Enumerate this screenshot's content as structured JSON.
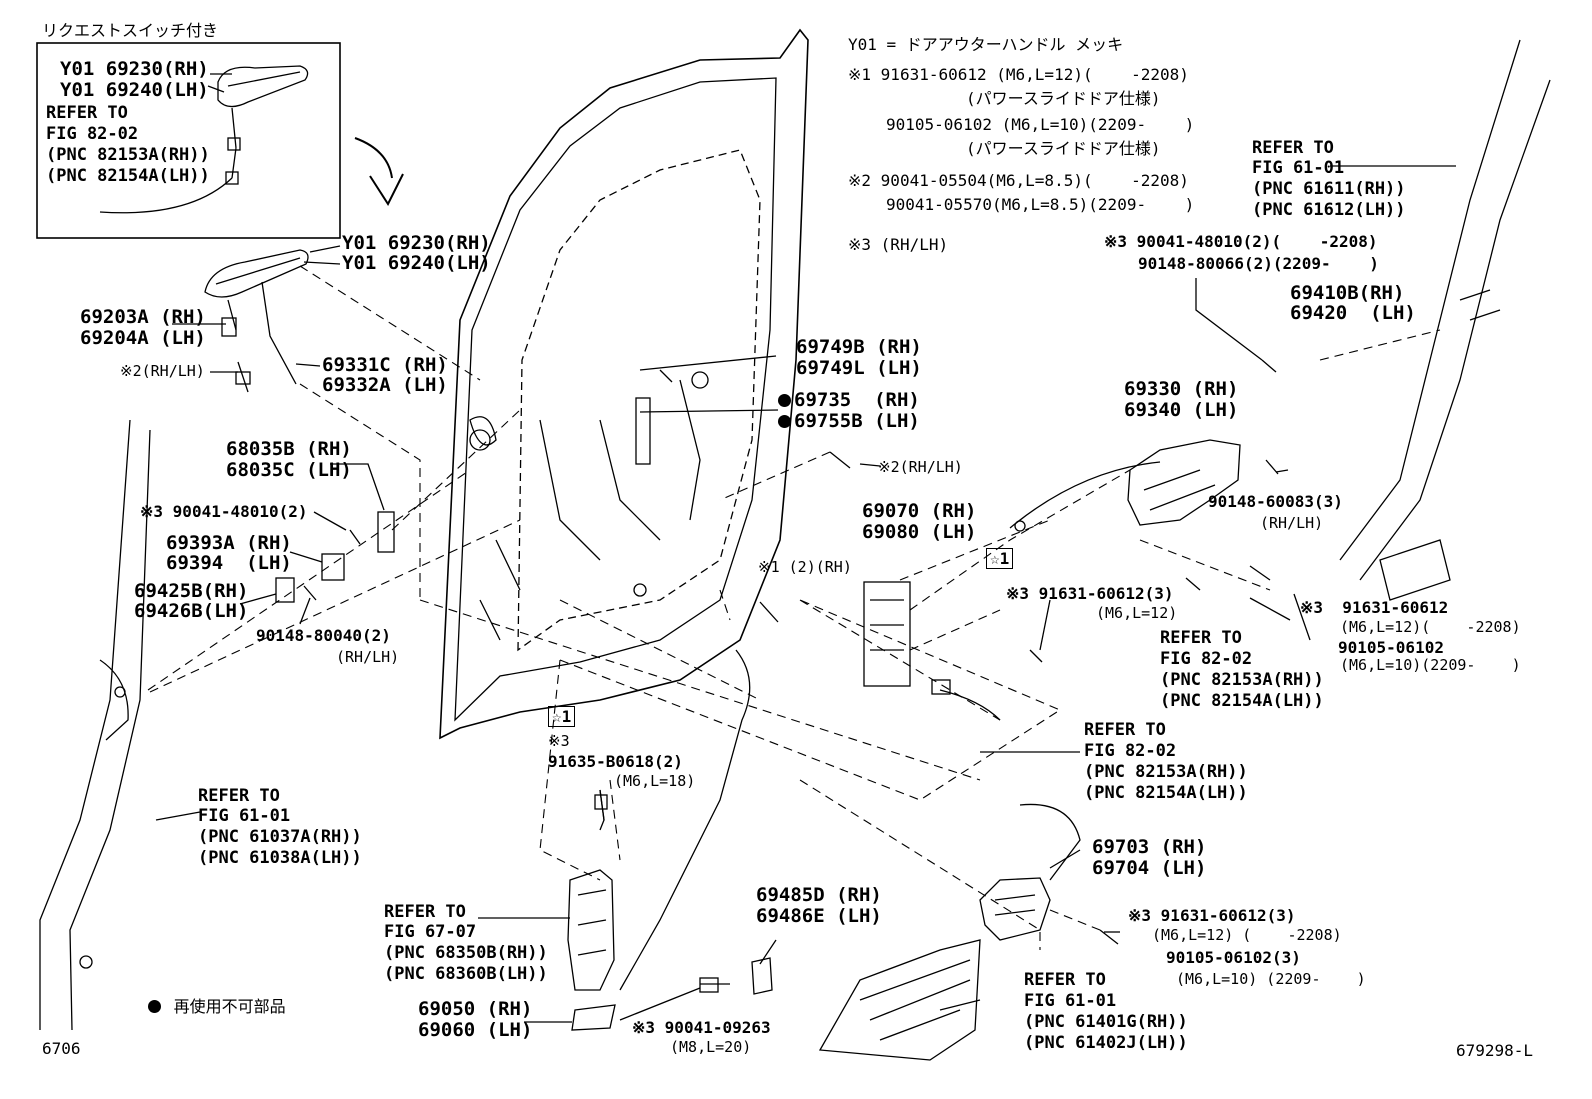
{
  "inset": {
    "title": "リクエストスイッチ付き",
    "handle_rh": "Y01 69230(RH)",
    "handle_lh": "Y01 69240(LH)",
    "refer": "REFER TO",
    "fig": "FIG 82-02",
    "pnc_rh": "(PNC 82153A(RH))",
    "pnc_lh": "(PNC 82154A(LH))"
  },
  "legend": {
    "y01": "Y01 = ドアアウターハンドル メッキ",
    "n1_a": "※1 91631-60612 (M6,L=12)(    -2208)",
    "n1_a_note": "(パワースライドドア仕様)",
    "n1_b": "90105-06102 (M6,L=10)(2209-    )",
    "n1_b_note": "(パワースライドドア仕様)",
    "n2_a": "※2 90041-05504(M6,L=8.5)(    -2208)",
    "n2_b": "90041-05570(M6,L=8.5)(2209-    )",
    "n3": "※3 (RH/LH)"
  },
  "labels": {
    "h_rh": "Y01 69230(RH)",
    "h_lh": "Y01 69240(LH)",
    "p69203": "69203A (RH)",
    "p69204": "69204A (LH)",
    "bolt2": "※2(RH/LH)",
    "p69331": "69331C (RH)",
    "p69332": "69332A (LH)",
    "p68035b": "68035B (RH)",
    "p68035c": "68035C (LH)",
    "s3_48010": "※3 90041-48010(2)",
    "p69393": "69393A (RH)",
    "p69394": "69394  (LH)",
    "p69425": "69425B(RH)",
    "p69426": "69426B(LH)",
    "s80040": "90148-80040(2)",
    "s80040_side": "(RH/LH)",
    "p69749b": "69749B (RH)",
    "p69749l": "69749L (LH)",
    "p69735": "69735  (RH)",
    "p69755": "69755B (LH)",
    "bolt2b": "※2(RH/LH)",
    "s1_rh": "※1 (2)(RH)",
    "p69070": "69070 (RH)",
    "p69080": "69080 (LH)",
    "star1a": "☆1",
    "s3_60612": "※3 91631-60612(3)",
    "s3_60612_m": "(M6,L=12)",
    "p69330": "69330 (RH)",
    "p69340": "69340 (LH)",
    "s60083": "90148-60083(3)",
    "s60083_side": "(RH/LH)",
    "refer_61_01_r": "REFER TO",
    "fig_61_01_r": "FIG 61-01",
    "pnc_61611": "(PNC 61611(RH))",
    "pnc_61612": "(PNC 61612(LH))",
    "s3_48010b": "※3 90041-48010(2)(    -2208)",
    "s80066": "90148-80066(2)(2209-    )",
    "p69410": "69410B(RH)",
    "p69420": "69420  (LH)",
    "s3_60612b": "※3  91631-60612",
    "s3_60612b_m": "(M6,L=12)(    -2208)",
    "s06102": "90105-06102",
    "s06102_m": "(M6,L=10)(2209-    )",
    "refer_82_02_a": "REFER TO",
    "fig_82_02_a": "FIG 82-02",
    "pnc_82153_a": "(PNC 82153A(RH))",
    "pnc_82154_a": "(PNC 82154A(LH))",
    "refer_82_02_b": "REFER TO",
    "fig_82_02_b": "FIG 82-02",
    "pnc_82153_b": "(PNC 82153A(RH))",
    "pnc_82154_b": "(PNC 82154A(LH))",
    "star1b": "☆1",
    "s3_b0618": "※3",
    "s_b0618": "91635-B0618(2)",
    "s_b0618_m": "(M6,L=18)",
    "p69703": "69703 (RH)",
    "p69704": "69704 (LH)",
    "s3_60612c": "※3 91631-60612(3)",
    "s3_60612c_m": "(M6,L=12) (    -2208)",
    "s06102c": "90105-06102(3)",
    "s06102c_m": "(M6,L=10) (2209-    )",
    "refer_61_01_l": "REFER TO",
    "fig_61_01_l": "FIG 61-01",
    "pnc_61037": "(PNC 61037A(RH))",
    "pnc_61038": "(PNC 61038A(LH))",
    "refer_67_07": "REFER TO",
    "fig_67_07": "FIG 67-07",
    "pnc_68350": "(PNC 68350B(RH))",
    "pnc_68360": "(PNC 68360B(LH))",
    "p69050": "69050 (RH)",
    "p69060": "69060 (LH)",
    "p69485": "69485D (RH)",
    "p69486": "69486E (LH)",
    "s3_09263": "※3 90041-09263",
    "s3_09263_m": "(M8,L=20)",
    "refer_61_01_b": "REFER TO",
    "fig_61_01_b": "FIG 61-01",
    "pnc_61401": "(PNC 61401G(RH))",
    "pnc_61402": "(PNC 61402J(LH))",
    "nonreuse": "再使用不可部品",
    "page_no": "6706",
    "fig_no": "679298-L"
  }
}
